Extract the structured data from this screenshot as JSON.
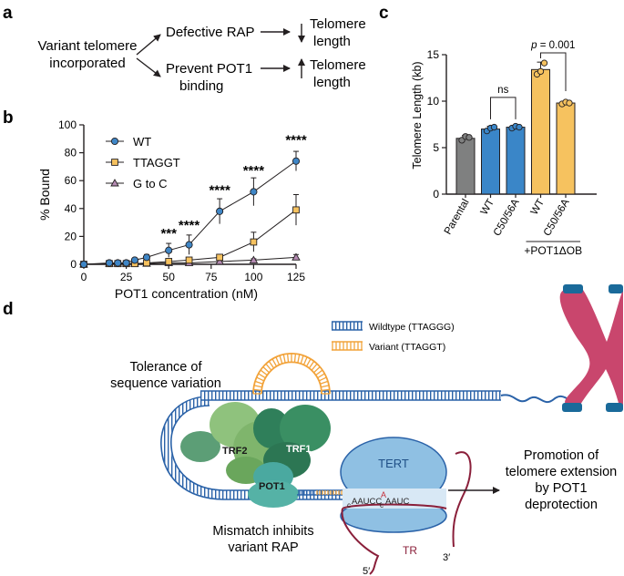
{
  "panel_letters": {
    "a": "a",
    "b": "b",
    "c": "c",
    "d": "d"
  },
  "panel_a": {
    "source": [
      "Variant telomere",
      "incorporated"
    ],
    "top_branch": "Defective RAP",
    "bottom_branch": [
      "Prevent POT1",
      "binding"
    ],
    "top_result": [
      "Telomere",
      "length"
    ],
    "bottom_result": [
      "Telomere",
      "length"
    ]
  },
  "panel_d": {
    "legend_wildtype": "Wildtype (TTAGGG)",
    "legend_variant": "Variant (TTAGGT)",
    "tolerance": [
      "Tolerance of",
      "sequence variation"
    ],
    "mismatch": [
      "Mismatch inhibits",
      "variant RAP"
    ],
    "promotion": [
      "Promotion of",
      "telomere extension",
      "by POT1",
      "deprotection"
    ],
    "trf2": "TRF2",
    "trf1": "TRF1",
    "pot1": "POT1",
    "tert": "TERT",
    "tr": "TR",
    "five_prime": "5′",
    "three_prime": "3′",
    "template_left": "c",
    "template_mid": "AAUCC",
    "template_mismatch": "A",
    "template_c2": "c",
    "template_right": "AAUC"
  },
  "chart_data": [
    {
      "type": "line",
      "panel": "b",
      "xlabel": "POT1 concentration (nM)",
      "ylabel": "% Bound",
      "xlim": [
        0,
        125
      ],
      "ylim": [
        0,
        100
      ],
      "xticks": [
        0,
        25,
        50,
        75,
        100,
        125
      ],
      "yticks": [
        0,
        20,
        40,
        60,
        80,
        100
      ],
      "x": [
        0,
        15,
        20,
        25,
        30,
        37,
        50,
        62,
        80,
        100,
        125
      ],
      "legend_position": "top-left",
      "grid": false,
      "series": [
        {
          "name": "WT",
          "color": "#3f86c6",
          "marker": "circle",
          "values": [
            0,
            1,
            1,
            1,
            3,
            5,
            10,
            14,
            38,
            52,
            74
          ],
          "errors": [
            0,
            0.5,
            0.5,
            0.5,
            1,
            2,
            5,
            7,
            9,
            10,
            7
          ]
        },
        {
          "name": "TTAGGT",
          "color": "#f6c25f",
          "marker": "square",
          "values": [
            0,
            0.5,
            0.5,
            0.5,
            0.5,
            1,
            2,
            3,
            5,
            16,
            39
          ],
          "errors": [
            0,
            0.3,
            0.3,
            0.3,
            0.3,
            0.5,
            1,
            1,
            2,
            7,
            11
          ]
        },
        {
          "name": "G to C",
          "color": "#b58bb3",
          "marker": "triangle",
          "values": [
            0,
            0.5,
            0.5,
            0.5,
            0.5,
            0.5,
            1,
            1,
            2,
            3,
            5
          ],
          "errors": [
            0,
            0.3,
            0.3,
            0.3,
            0.3,
            0.3,
            0.5,
            0.5,
            1,
            1,
            2
          ]
        }
      ],
      "annotations": [
        {
          "x": 50,
          "text": "***",
          "y": 19
        },
        {
          "x": 62,
          "text": "****",
          "y": 25
        },
        {
          "x": 80,
          "text": "****",
          "y": 50
        },
        {
          "x": 100,
          "text": "****",
          "y": 64
        },
        {
          "x": 125,
          "text": "****",
          "y": 86
        }
      ]
    },
    {
      "type": "bar",
      "panel": "c",
      "ylabel": "Telomere Length (kb)",
      "ylim": [
        0,
        15
      ],
      "yticks": [
        0,
        5,
        10,
        15
      ],
      "categories": [
        "Parental",
        "WT",
        "C50/56A",
        "WT",
        "C50/56A"
      ],
      "values": [
        6.0,
        7.0,
        7.2,
        13.4,
        9.8
      ],
      "errors": [
        0.3,
        0.3,
        0.2,
        0.8,
        0.2
      ],
      "colors": [
        "#7f8080",
        "#3a86c8",
        "#3a86c8",
        "#f6c25f",
        "#f6c25f"
      ],
      "replicates": [
        [
          5.8,
          6.2,
          6.1
        ],
        [
          6.8,
          7.1,
          7.2
        ],
        [
          7.1,
          7.3,
          7.2
        ],
        [
          12.9,
          13.2,
          14.1
        ],
        [
          9.7,
          9.9,
          9.8
        ]
      ],
      "group_label": "+POT1ΔOB",
      "comparisons": [
        {
          "from": 1,
          "to": 2,
          "text": "ns"
        },
        {
          "from": 3,
          "to": 4,
          "text_prefix": "p",
          "text": " = 0.001"
        }
      ]
    }
  ]
}
